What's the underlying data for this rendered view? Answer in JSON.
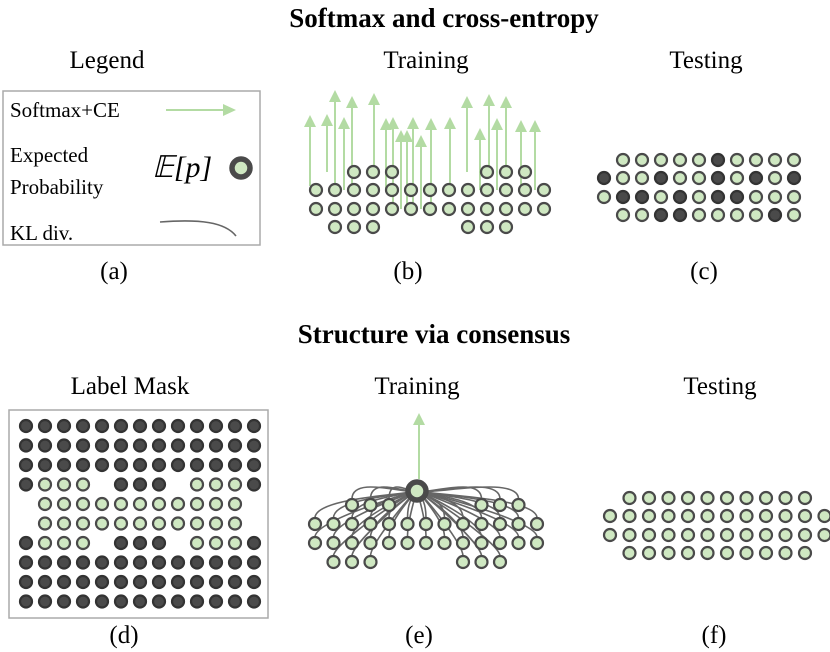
{
  "titles": {
    "top": "Softmax and cross-entropy",
    "bottom": "Structure via consensus"
  },
  "panels": {
    "a": {
      "heading": "Legend",
      "caption": "(a)"
    },
    "b": {
      "heading": "Training",
      "caption": "(b)"
    },
    "c": {
      "heading": "Testing",
      "caption": "(c)"
    },
    "d": {
      "heading": "Label Mask",
      "caption": "(d)"
    },
    "e": {
      "heading": "Training",
      "caption": "(e)"
    },
    "f": {
      "heading": "Testing",
      "caption": "(f)"
    }
  },
  "legend": {
    "softmax_ce": "Softmax+CE",
    "expected_line1": "Expected",
    "expected_line2": "Probability",
    "expected_symbol": "𝔼[p]",
    "kl": "KL div."
  },
  "colors": {
    "predicted_green": "#cfe8c2",
    "arrow_green": "#b3dba3",
    "dark_pixel": "#4a4a4a",
    "kl_curve": "#666666",
    "frame": "#aaaaaa"
  }
}
